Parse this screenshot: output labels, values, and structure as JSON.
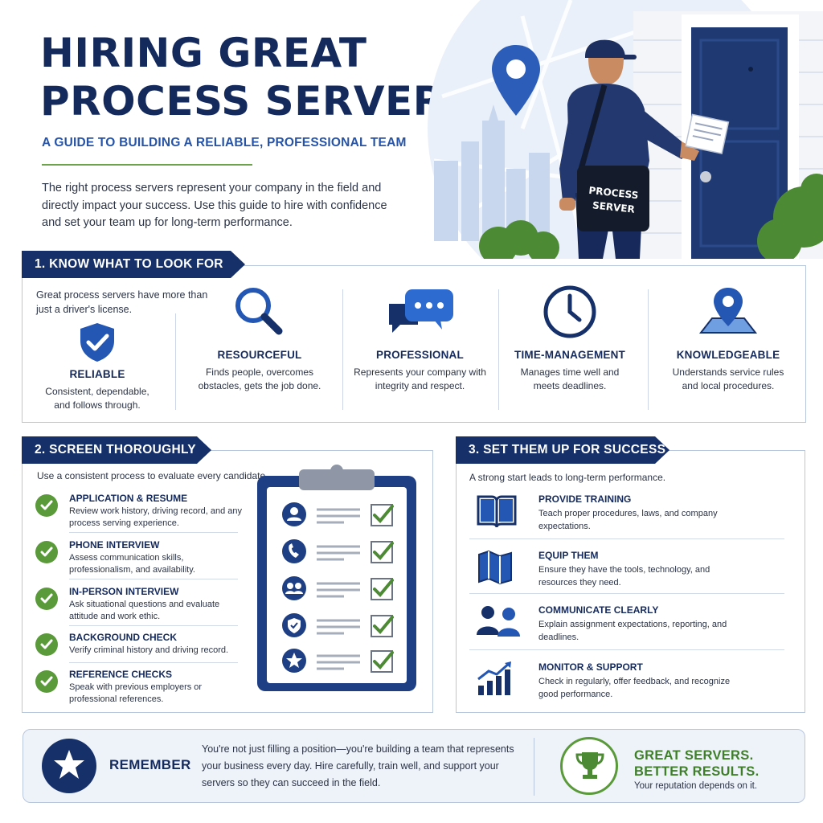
{
  "hero": {
    "title_line1": "HIRING GREAT",
    "title_line2": "PROCESS SERVERS",
    "subtitle": "A GUIDE TO BUILDING A RELIABLE, PROFESSIONAL TEAM",
    "intro": "The right process servers represent your company in the field and directly impact your success. Use this guide to hire with confidence and set your team up for long-term performance.",
    "bag_line1": "PROCESS",
    "bag_line2": "SERVER"
  },
  "section1": {
    "header": "1. KNOW WHAT TO LOOK FOR",
    "intro": "Great process servers have more than just a driver's license.",
    "traits": [
      {
        "name": "RELIABLE",
        "desc": "Consistent, dependable, and follows through.",
        "icon": "shield-check-icon"
      },
      {
        "name": "RESOURCEFUL",
        "desc": "Finds people, overcomes obstacles, gets the job done.",
        "icon": "magnifier-icon"
      },
      {
        "name": "PROFESSIONAL",
        "desc": "Represents your company with integrity and respect.",
        "icon": "chat-bubbles-icon"
      },
      {
        "name": "TIME-MANAGEMENT",
        "desc": "Manages time well and meets deadlines.",
        "icon": "clock-icon"
      },
      {
        "name": "KNOWLEDGEABLE",
        "desc": "Understands service rules and local procedures.",
        "icon": "map-pin-icon"
      }
    ]
  },
  "section2": {
    "header": "2.  SCREEN THOROUGHLY",
    "intro": "Use a consistent process to evaluate every candidate.",
    "steps": [
      {
        "name": "APPLICATION & RESUME",
        "desc": "Review work history, driving record, and any process serving experience."
      },
      {
        "name": "PHONE INTERVIEW",
        "desc": "Assess communication skills, professionalism, and availability."
      },
      {
        "name": "IN-PERSON INTERVIEW",
        "desc": "Ask situational questions and evaluate attitude and work ethic."
      },
      {
        "name": "BACKGROUND CHECK",
        "desc": "Verify criminal history and driving record."
      },
      {
        "name": "REFERENCE CHECKS",
        "desc": "Speak with previous employers or professional references."
      }
    ]
  },
  "section3": {
    "header": "3. SET THEM UP FOR SUCCESS",
    "intro": "A strong start leads to long-term performance.",
    "tips": [
      {
        "name": "PROVIDE TRAINING",
        "desc": "Teach proper procedures, laws, and company expectations.",
        "icon": "open-book-icon"
      },
      {
        "name": "EQUIP THEM",
        "desc": "Ensure they have the tools, technology, and resources they need.",
        "icon": "folded-map-icon"
      },
      {
        "name": "COMMUNICATE CLEARLY",
        "desc": "Explain assignment expectations, reporting, and deadlines.",
        "icon": "people-icon"
      },
      {
        "name": "MONITOR & SUPPORT",
        "desc": "Check in regularly, offer feedback, and recognize good performance.",
        "icon": "growth-chart-icon"
      }
    ]
  },
  "footer": {
    "remember_label": "REMEMBER",
    "remember_text": "You're not just filling a position—you're building a team that represents your business every day. Hire carefully, train well, and support your servers so they can succeed in the field.",
    "great_line1": "GREAT SERVERS.",
    "great_line2": "BETTER RESULTS.",
    "great_sub": "Your reputation depends on it."
  },
  "colors": {
    "navy": "#16306a",
    "blue": "#2653a6",
    "green": "#5a9a3a",
    "border": "#b9c7dd"
  }
}
